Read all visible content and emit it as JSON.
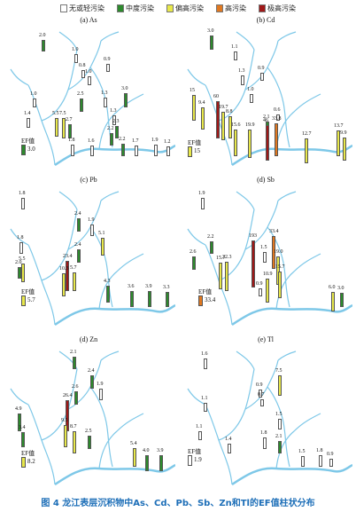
{
  "legend": {
    "items": [
      {
        "label": "无或轻污染",
        "color": "#ffffff"
      },
      {
        "label": "中度污染",
        "color": "#2d8a2d"
      },
      {
        "label": "偏高污染",
        "color": "#e8e84a"
      },
      {
        "label": "高污染",
        "color": "#e07820"
      },
      {
        "label": "极高污染",
        "color": "#a01818"
      }
    ]
  },
  "ef_label": "EF值",
  "panels": [
    {
      "title": "(a) As",
      "scale_value": "3.0",
      "scale_class": "中度污染",
      "bars": [
        {
          "value": 2.0,
          "label": "2.0",
          "class": "中度污染"
        },
        {
          "value": 1.0,
          "label": "1.0",
          "class": "无或轻污染"
        },
        {
          "value": 0.8,
          "label": "0.8",
          "class": "无或轻污染"
        },
        {
          "value": 1.0,
          "label": "1.0",
          "class": "无或轻污染"
        },
        {
          "value": 1.3,
          "label": "1.3",
          "class": "无或轻污染"
        },
        {
          "value": 0.9,
          "label": "0.9",
          "class": "无或轻污染"
        },
        {
          "value": 1.4,
          "label": "1.4",
          "class": "无或轻污染"
        },
        {
          "value": 1.0,
          "label": "1.0",
          "class": "无或轻污染"
        },
        {
          "value": 5.5,
          "label": "5.5",
          "class": "偏高污染"
        },
        {
          "value": 7.5,
          "label": "7.5",
          "class": "偏高污染"
        },
        {
          "value": 2.5,
          "label": "2.5",
          "class": "中度污染"
        },
        {
          "value": 1.3,
          "label": "1.3",
          "class": "无或轻污染"
        },
        {
          "value": 3.0,
          "label": "3.0",
          "class": "中度污染"
        },
        {
          "value": 2.7,
          "label": "2.7",
          "class": "中度污染"
        },
        {
          "value": 1.8,
          "label": "1.8",
          "class": "无或轻污染"
        },
        {
          "value": 2.2,
          "label": "2.2",
          "class": "中度污染"
        },
        {
          "value": 2.3,
          "label": "2.3",
          "class": "中度污染"
        },
        {
          "value": 1.6,
          "label": "1.6",
          "class": "无或轻污染"
        },
        {
          "value": 2.2,
          "label": "2.2",
          "class": "中度污染"
        },
        {
          "value": 1.7,
          "label": "1.7",
          "class": "无或轻污染"
        },
        {
          "value": 1.9,
          "label": "1.9",
          "class": "无或轻污染"
        },
        {
          "value": 1.2,
          "label": "1.2",
          "class": "无或轻污染"
        }
      ]
    },
    {
      "title": "(b) Cd",
      "scale_value": "15",
      "scale_class": "偏高污染",
      "bars": [
        {
          "value": 3.0,
          "label": "3.0",
          "class": "中度污染"
        },
        {
          "value": 1.1,
          "label": "1.1",
          "class": "无或轻污染"
        },
        {
          "value": 1.3,
          "label": "1.3",
          "class": "无或轻污染"
        },
        {
          "value": 1.0,
          "label": "1.0",
          "class": "无或轻污染"
        },
        {
          "value": 0.9,
          "label": "0.9",
          "class": "无或轻污染"
        },
        {
          "value": 9.4,
          "label": "9.4",
          "class": "偏高污染"
        },
        {
          "value": 15,
          "label": "15",
          "class": "偏高污染"
        },
        {
          "value": 60,
          "label": "60",
          "class": "极高污染"
        },
        {
          "value": 19.7,
          "label": "19.7",
          "class": "偏高污染"
        },
        {
          "value": 8.8,
          "label": "8.8",
          "class": "偏高污染"
        },
        {
          "value": 2.1,
          "label": "2.1",
          "class": "中度污染"
        },
        {
          "value": 0.6,
          "label": "0.6",
          "class": "无或轻污染"
        },
        {
          "value": 46,
          "label": "46",
          "class": "极高污染"
        },
        {
          "value": 33.8,
          "label": "33.8",
          "class": "高污染"
        },
        {
          "value": 15.6,
          "label": "15.6",
          "class": "偏高污染"
        },
        {
          "value": 19.9,
          "label": "19.9",
          "class": "偏高污染"
        },
        {
          "value": 12.7,
          "label": "12.7",
          "class": "偏高污染"
        },
        {
          "value": 13.7,
          "label": "13.7",
          "class": "偏高污染"
        },
        {
          "value": 9.9,
          "label": "9.9",
          "class": "偏高污染"
        }
      ]
    },
    {
      "title": "(c) Pb",
      "scale_value": "5.7",
      "scale_class": "偏高污染",
      "bars": [
        {
          "value": 1.8,
          "label": "1.8",
          "class": "无或轻污染"
        },
        {
          "value": 2.4,
          "label": "2.4",
          "class": "中度污染"
        },
        {
          "value": 1.9,
          "label": "1.9",
          "class": "无或轻污染"
        },
        {
          "value": 1.8,
          "label": "1.8",
          "class": "无或轻污染"
        },
        {
          "value": 23.4,
          "label": "23.4",
          "class": "极高污染"
        },
        {
          "value": 5.1,
          "label": "5.1",
          "class": "偏高污染"
        },
        {
          "value": 2.0,
          "label": "2.0",
          "class": "中度污染"
        },
        {
          "value": 5.5,
          "label": "5.5",
          "class": "偏高污染"
        },
        {
          "value": 10.3,
          "label": "10.3",
          "class": "偏高污染"
        },
        {
          "value": 5.7,
          "label": "5.7",
          "class": "偏高污染"
        },
        {
          "value": 2.4,
          "label": "2.4",
          "class": "中度污染"
        },
        {
          "value": 4.3,
          "label": "4.3",
          "class": "中度污染"
        },
        {
          "value": 3.6,
          "label": "3.6",
          "class": "中度污染"
        },
        {
          "value": 3.9,
          "label": "3.9",
          "class": "中度污染"
        },
        {
          "value": 3.3,
          "label": "3.3",
          "class": "中度污染"
        }
      ]
    },
    {
      "title": "(d) Sb",
      "scale_value": "33.4",
      "scale_class": "高污染",
      "bars": [
        {
          "value": 1.9,
          "label": "1.9",
          "class": "无或轻污染"
        },
        {
          "value": 2.2,
          "label": "2.2",
          "class": "中度污染"
        },
        {
          "value": 193,
          "label": "193",
          "class": "极高污染"
        },
        {
          "value": 1.5,
          "label": "1.5",
          "class": "无或轻污染"
        },
        {
          "value": 2.6,
          "label": "2.6",
          "class": "中度污染"
        },
        {
          "value": 15.7,
          "label": "15.7",
          "class": "偏高污染"
        },
        {
          "value": 22.3,
          "label": "22.3",
          "class": "偏高污染"
        },
        {
          "value": 0.9,
          "label": "0.9",
          "class": "无或轻污染"
        },
        {
          "value": 10.9,
          "label": "10.9",
          "class": "偏高污染"
        },
        {
          "value": 33.4,
          "label": "33.4",
          "class": "高污染"
        },
        {
          "value": 19.0,
          "label": "19.0",
          "class": "偏高污染"
        },
        {
          "value": 15.7,
          "label": "15.7",
          "class": "偏高污染"
        },
        {
          "value": 6.0,
          "label": "6.0",
          "class": "偏高污染"
        },
        {
          "value": 3.0,
          "label": "3.0",
          "class": "中度污染"
        }
      ]
    },
    {
      "title": "(d) Zn",
      "scale_value": "8.2",
      "scale_class": "偏高污染",
      "bars": [
        {
          "value": 2.1,
          "label": "2.1",
          "class": "中度污染"
        },
        {
          "value": 2.6,
          "label": "2.6",
          "class": "中度污染"
        },
        {
          "value": 2.4,
          "label": "2.4",
          "class": "中度污染"
        },
        {
          "value": 1.9,
          "label": "1.9",
          "class": "无或轻污染"
        },
        {
          "value": 4.9,
          "label": "4.9",
          "class": "中度污染"
        },
        {
          "value": 26.4,
          "label": "26.4",
          "class": "极高污染"
        },
        {
          "value": 3.4,
          "label": "3.4",
          "class": "中度污染"
        },
        {
          "value": 9.5,
          "label": "9.5",
          "class": "偏高污染"
        },
        {
          "value": 8.7,
          "label": "8.7",
          "class": "偏高污染"
        },
        {
          "value": 2.5,
          "label": "2.5",
          "class": "中度污染"
        },
        {
          "value": 5.4,
          "label": "5.4",
          "class": "偏高污染"
        },
        {
          "value": 4.0,
          "label": "4.0",
          "class": "中度污染"
        },
        {
          "value": 3.9,
          "label": "3.9",
          "class": "中度污染"
        }
      ]
    },
    {
      "title": "(e) Tl",
      "scale_value": "1.9",
      "scale_class": "无或轻污染",
      "bars": [
        {
          "value": 1.6,
          "label": "1.6",
          "class": "无或轻污染"
        },
        {
          "value": 1.1,
          "label": "1.1",
          "class": "无或轻污染"
        },
        {
          "value": 0.9,
          "label": "0.9",
          "class": "无或轻污染"
        },
        {
          "value": 0.7,
          "label": "0.7",
          "class": "无或轻污染"
        },
        {
          "value": 7.5,
          "label": "7.5",
          "class": "偏高污染"
        },
        {
          "value": 1.1,
          "label": "1.1",
          "class": "无或轻污染"
        },
        {
          "value": 1.5,
          "label": "1.5",
          "class": "无或轻污染"
        },
        {
          "value": 1.4,
          "label": "1.4",
          "class": "无或轻污染"
        },
        {
          "value": 1.8,
          "label": "1.8",
          "class": "无或轻污染"
        },
        {
          "value": 2.1,
          "label": "2.1",
          "class": "中度污染"
        },
        {
          "value": 1.5,
          "label": "1.5",
          "class": "无或轻污染"
        },
        {
          "value": 1.8,
          "label": "1.8",
          "class": "无或轻污染"
        },
        {
          "value": 0.9,
          "label": "0.9",
          "class": "无或轻污染"
        }
      ]
    }
  ],
  "caption": "图 4 龙江表层沉积物中As、Cd、Pb、Sb、Zn和Tl的EF值柱状分布"
}
